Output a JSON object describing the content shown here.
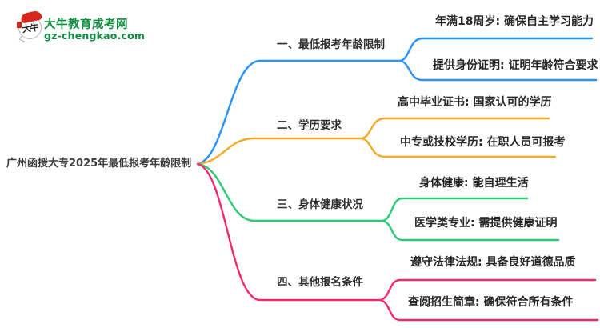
{
  "logo": {
    "icon_text": "大牛",
    "site_name": "大牛教育成考网",
    "site_url": "gz-chengkao.com",
    "brand_green": "#0e8c3f",
    "brand_red": "#d7271d"
  },
  "mindmap": {
    "root": {
      "label": "广州函授大专2025年最低报考年龄限制"
    },
    "branches": [
      {
        "label": "一、最低报考年龄限制",
        "color": "#2992fb",
        "children": [
          {
            "label": "年满18周岁: 确保自主学习能力"
          },
          {
            "label": "提供身份证明: 证明年龄符合要求"
          }
        ]
      },
      {
        "label": "二、学历要求",
        "color": "#f9a826",
        "children": [
          {
            "label": "高中毕业证书: 国家认可的学历"
          },
          {
            "label": "中专或技校学历: 在职人员可报考"
          }
        ]
      },
      {
        "label": "三、身体健康状况",
        "color": "#2bcb74",
        "children": [
          {
            "label": "身体健康: 能自理生活"
          },
          {
            "label": "医学类专业: 需提供健康证明"
          }
        ]
      },
      {
        "label": "四、其他报名条件",
        "color": "#f5286f",
        "children": [
          {
            "label": "遵守法律法规: 具备良好道德品质"
          },
          {
            "label": "查阅招生简章: 确保符合所有条件"
          }
        ]
      }
    ]
  }
}
